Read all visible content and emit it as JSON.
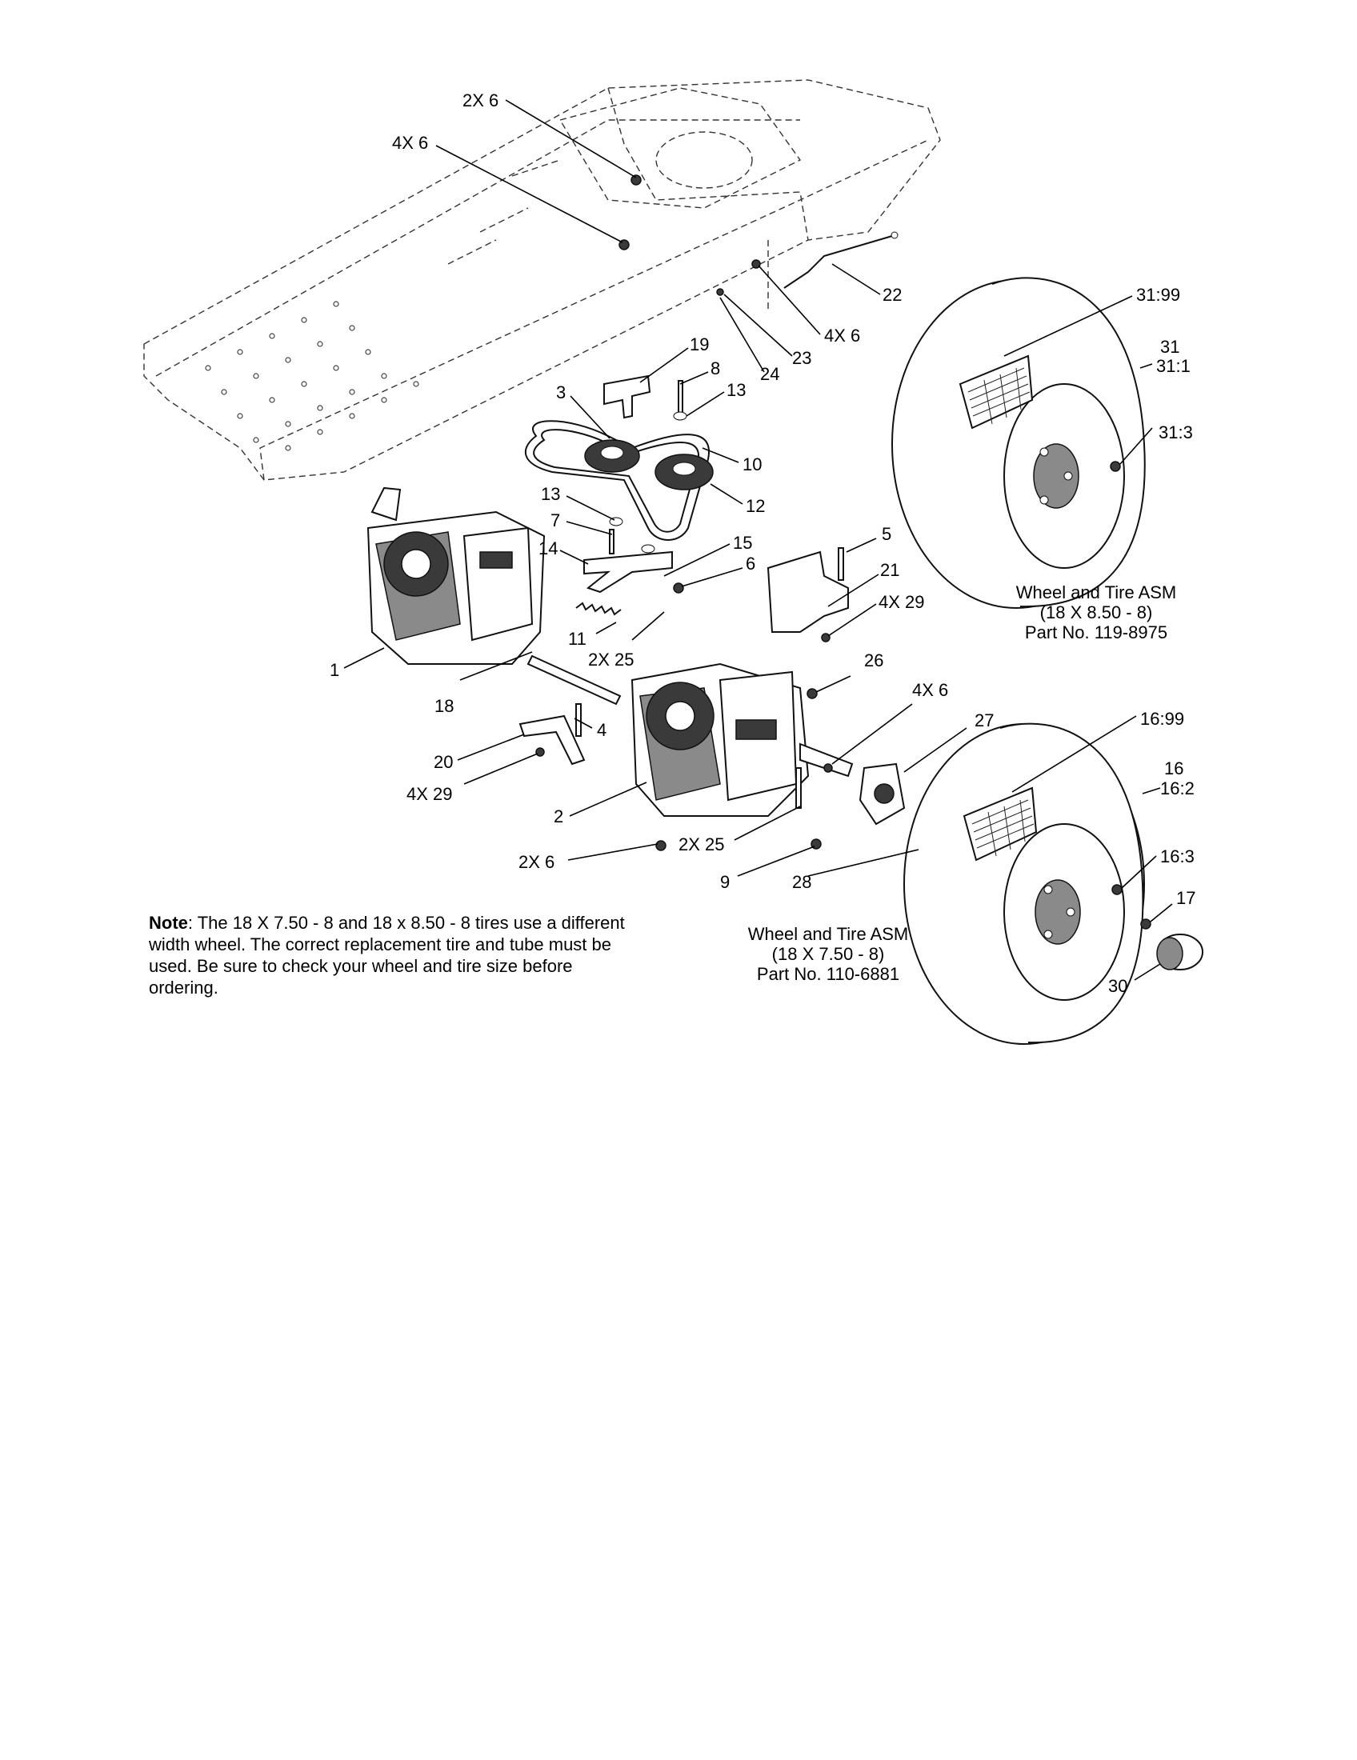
{
  "callouts": [
    {
      "id": "c-2x6-top",
      "text": "2X 6"
    },
    {
      "id": "c-4x6-top",
      "text": "4X 6"
    },
    {
      "id": "c-22",
      "text": "22"
    },
    {
      "id": "c-4x6-r",
      "text": "4X 6"
    },
    {
      "id": "c-23",
      "text": "23"
    },
    {
      "id": "c-24",
      "text": "24"
    },
    {
      "id": "c-19",
      "text": "19"
    },
    {
      "id": "c-8",
      "text": "8"
    },
    {
      "id": "c-3",
      "text": "3"
    },
    {
      "id": "c-13a",
      "text": "13"
    },
    {
      "id": "c-10",
      "text": "10"
    },
    {
      "id": "c-12",
      "text": "12"
    },
    {
      "id": "c-13b",
      "text": "13"
    },
    {
      "id": "c-7",
      "text": "7"
    },
    {
      "id": "c-15",
      "text": "15"
    },
    {
      "id": "c-14",
      "text": "14"
    },
    {
      "id": "c-6",
      "text": "6"
    },
    {
      "id": "c-5",
      "text": "5"
    },
    {
      "id": "c-21",
      "text": "21"
    },
    {
      "id": "c-4x29-r",
      "text": "4X 29"
    },
    {
      "id": "c-11",
      "text": "11"
    },
    {
      "id": "c-2x25-a",
      "text": "2X 25"
    },
    {
      "id": "c-1",
      "text": "1"
    },
    {
      "id": "c-18",
      "text": "18"
    },
    {
      "id": "c-26",
      "text": "26"
    },
    {
      "id": "c-4x6-m",
      "text": "4X 6"
    },
    {
      "id": "c-27",
      "text": "27"
    },
    {
      "id": "c-4",
      "text": "4"
    },
    {
      "id": "c-20",
      "text": "20"
    },
    {
      "id": "c-4x29-l",
      "text": "4X 29"
    },
    {
      "id": "c-2",
      "text": "2"
    },
    {
      "id": "c-2x25-b",
      "text": "2X 25"
    },
    {
      "id": "c-2x6-b",
      "text": "2X 6"
    },
    {
      "id": "c-9",
      "text": "9"
    },
    {
      "id": "c-28",
      "text": "28"
    },
    {
      "id": "c-31-99",
      "text": "31:99"
    },
    {
      "id": "c-31",
      "text": "31"
    },
    {
      "id": "c-31-1",
      "text": "31:1"
    },
    {
      "id": "c-31-3",
      "text": "31:3"
    },
    {
      "id": "c-16-99",
      "text": "16:99"
    },
    {
      "id": "c-16",
      "text": "16"
    },
    {
      "id": "c-16-2",
      "text": "16:2"
    },
    {
      "id": "c-16-3",
      "text": "16:3"
    },
    {
      "id": "c-17",
      "text": "17"
    },
    {
      "id": "c-30",
      "text": "30"
    }
  ],
  "wheel_upper": {
    "line1": "Wheel and Tire ASM",
    "line2": "(18 X 8.50 - 8)",
    "line3": "Part No. 119-8975"
  },
  "wheel_lower": {
    "line1": "Wheel and Tire ASM",
    "line2": "(18 X 7.50 - 8)",
    "line3": "Part No. 110-6881"
  },
  "note": {
    "label": "Note",
    "text": ": The 18 X 7.50 - 8 and 18 x 8.50 - 8 tires use a different width wheel. The correct replacement tire and tube must be used. Be sure to check your wheel and tire size before ordering."
  }
}
